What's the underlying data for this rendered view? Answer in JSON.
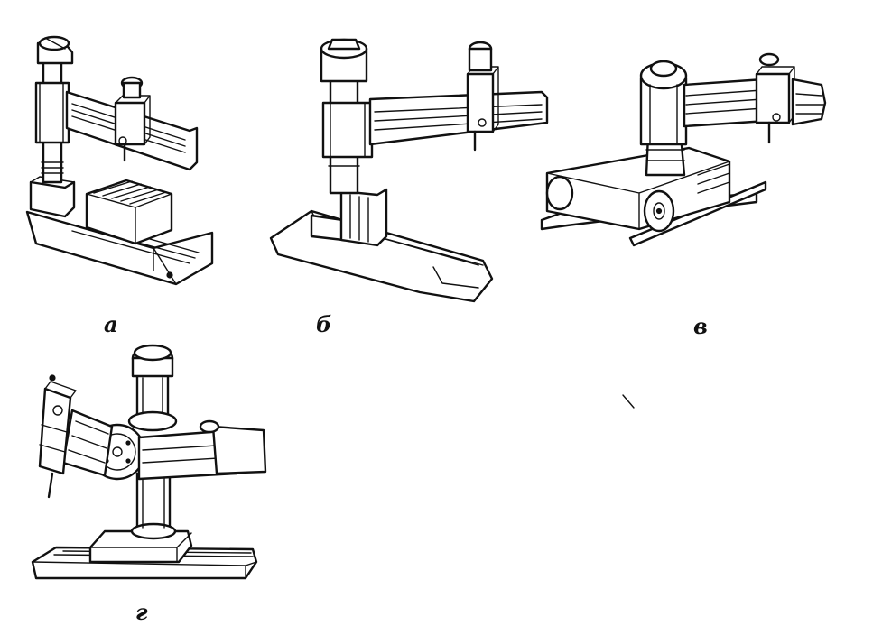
{
  "figure": {
    "labels": {
      "a": "а",
      "b": "б",
      "v": "в",
      "g": "г"
    }
  }
}
